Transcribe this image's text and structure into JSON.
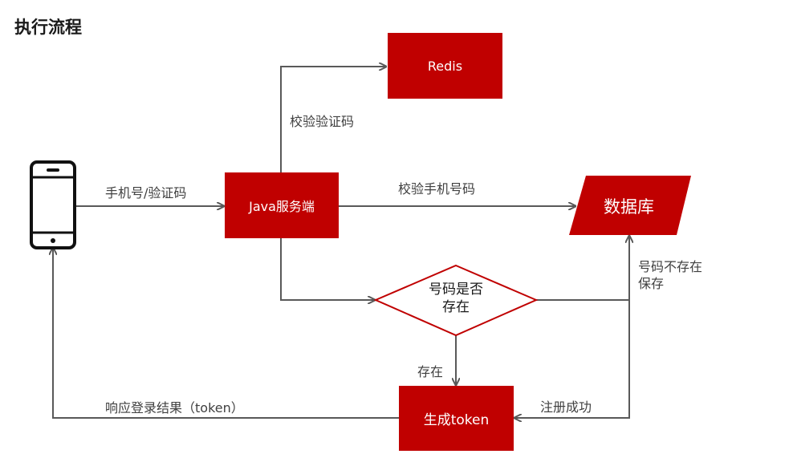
{
  "title": "执行流程",
  "colors": {
    "accent": "#c00000",
    "arrow": "#595959",
    "text": "#404040"
  },
  "nodes": {
    "phone": {
      "icon": "smartphone-icon"
    },
    "java_server": "Java服务端",
    "redis": "Redis",
    "database": "数据库",
    "decision": {
      "line1": "号码是否",
      "line2": "存在"
    },
    "token": "生成token"
  },
  "edges": {
    "phone_to_server": "手机号/验证码",
    "server_to_redis": "校验验证码",
    "server_to_db": "校验手机号码",
    "decision_to_db": {
      "line1": "号码不存在",
      "line2": "保存"
    },
    "decision_to_token": "存在",
    "db_to_token": "注册成功",
    "token_to_phone": "响应登录结果（token）"
  }
}
